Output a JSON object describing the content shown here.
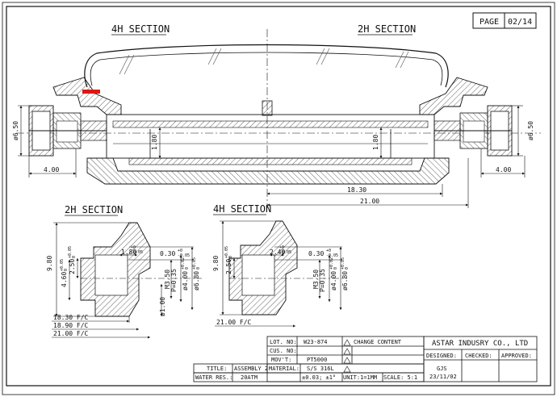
{
  "page": {
    "label": "PAGE",
    "number": "02/14"
  },
  "main_view": {
    "left_section": "4H SECTION",
    "right_section": "2H SECTION",
    "dims": {
      "left_dia": "ø6.50",
      "right_dia": "ø6.50",
      "left_width": "4.00",
      "right_width": "4.00",
      "window_left": "1.80",
      "window_right": "1.80",
      "half_length": "18.30",
      "total_length": "21.00"
    }
  },
  "detail_2h": {
    "title": "2H SECTION",
    "dims": {
      "height": "9.80",
      "h1": "4.60",
      "h1_tol_top": "+0.05",
      "h1_tol_bot": "0",
      "h2": "2.50",
      "h2_tol_top": "+0.05",
      "h2_tol_bot": "0",
      "t1": "1.80",
      "t1_tol_top": "+0",
      "t1_tol_bot": "-0.05",
      "r": "0.30",
      "r_tol_top": "+0",
      "r_tol_bot": "-0.05",
      "thread": "M3.50",
      "pitch": "P=0.35",
      "d1": "ø4.00",
      "d1_tol_top": "+0.02",
      "d1_tol_bot": "0",
      "d2": "ø6.80",
      "d2_tol_top": "+0.05",
      "d2_tol_bot": "0",
      "d3": "ø1.00",
      "fc1": "18.30  F/C",
      "fc2": "18.90  F/C",
      "fc3": "21.00  F/C"
    }
  },
  "detail_4h": {
    "title": "4H SECTION",
    "dims": {
      "height": "9.80",
      "h2": "2.50",
      "h2_tol_top": "+0.05",
      "h2_tol_bot": "0",
      "t1": "2.40",
      "t1_tol_top": "+0",
      "t1_tol_bot": "-0.05",
      "r": "0.30",
      "r_tol_top": "+0",
      "r_tol_bot": "-0.05",
      "thread": "M3.50",
      "pitch": "P=0.35",
      "d1": "ø4.00",
      "d1_tol_top": "+0.02",
      "d1_tol_bot": "0",
      "d2": "ø6.80",
      "d2_tol_top": "+0.05",
      "d2_tol_bot": "0",
      "fc": "21.00  F/C"
    }
  },
  "title_block": {
    "lot_label": "LOT. NO:",
    "lot_value": "W23-874",
    "cus_label": "CUS. NO:",
    "cus_value": "",
    "movt_label": "MOV'T:",
    "movt_value": "PT5000",
    "title_label": "TITLE:",
    "title_value": "ASSEMBLY 2",
    "material_label": "MATERIAL:",
    "material_value": "S/S 316L",
    "water_label": "WATER RES.:",
    "water_value": "20ATM",
    "tolerance": "±0.03; ±1°",
    "unit": "UNIT:1=1MM",
    "scale": "SCALE: 5:1",
    "change_content": "CHANGE CONTENT",
    "company": "ASTAR INDUSRY CO., LTD",
    "designed": "DESIGNED:",
    "checked": "CHECKED:",
    "approved": "APPROVED:",
    "designer": "GJS",
    "date": "23/11/02"
  }
}
